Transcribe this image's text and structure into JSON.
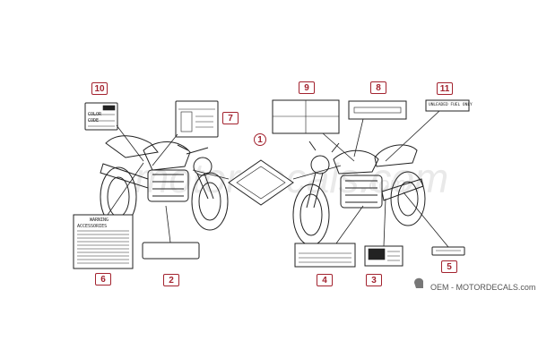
{
  "callouts": {
    "c10": "10",
    "c7": "7",
    "c1": "1",
    "c9": "9",
    "c8": "8",
    "c11": "11",
    "c6": "6",
    "c2": "2",
    "c4": "4",
    "c3": "3",
    "c5": "5"
  },
  "labels": {
    "color": "COLOR",
    "code": "CODE",
    "warning": "WARNING",
    "accessories": "ACCESSORIES",
    "unleaded_fuel": "UNLEADED FUEL ONLY"
  },
  "brand": {
    "text": "OEM - MOTORDECALS.com",
    "watermark": "motordecals.com"
  },
  "colors": {
    "callout": "#a3232f",
    "line": "#222222",
    "watermark": "#e6e6e6"
  }
}
